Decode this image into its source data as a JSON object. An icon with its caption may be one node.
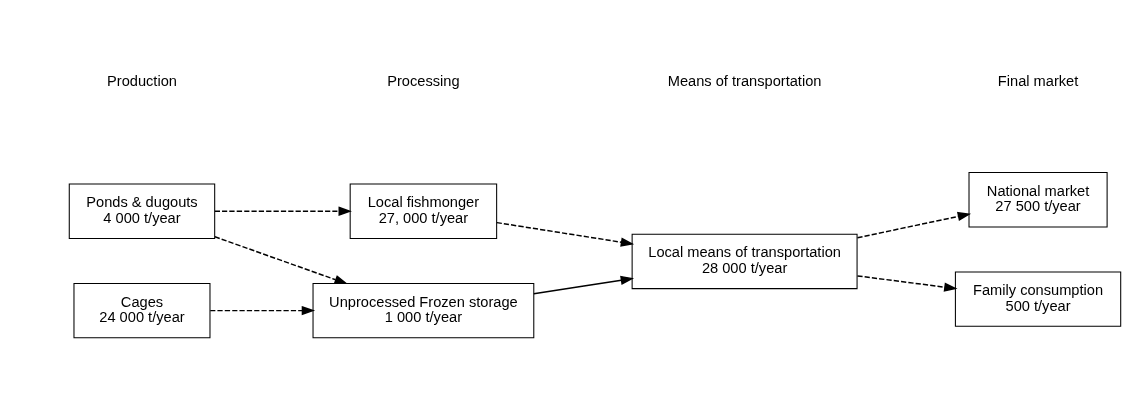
{
  "diagram": {
    "nodes": [
      {
        "text": [
          "Cages",
          "24 000 t/year"
        ]
      },
      {
        "text": [
          "Ponds & dugouts",
          "4 000 t/year"
        ]
      },
      {
        "text": [
          "Local fishmonger",
          "27, 000 t/year"
        ]
      },
      {
        "text": [
          "Unprocessed Frozen storage",
          "1 000 t/year"
        ]
      },
      {
        "text": [
          "Local means of transportation",
          "28 000 t/year"
        ]
      },
      {
        "text": [
          "National market",
          "27 500 t/year"
        ]
      },
      {
        "text": [
          "Family consumption",
          "500 t/year"
        ]
      }
    ],
    "edges": [
      {
        "from": 0,
        "to": 3,
        "arrow": "to",
        "style": "dashed"
      },
      {
        "from": 1,
        "to": 2,
        "arrow": "to",
        "style": "dashed"
      },
      {
        "from": 1,
        "to": 3,
        "arrow": "to",
        "style": "dashed"
      },
      {
        "from": 2,
        "to": 4,
        "arrow": "to",
        "style": "dashed"
      },
      {
        "from": 3,
        "to": 4,
        "arrow": "to"
      },
      {
        "from": 4,
        "to": 5,
        "arrow": "to",
        "style": "dashed"
      },
      {
        "from": 4,
        "to": 6,
        "arrow": "to",
        "style": "dashed"
      }
    ],
    "labels": [
      "Production",
      "Processing",
      "Means of transportation",
      "Final market"
    ]
  }
}
